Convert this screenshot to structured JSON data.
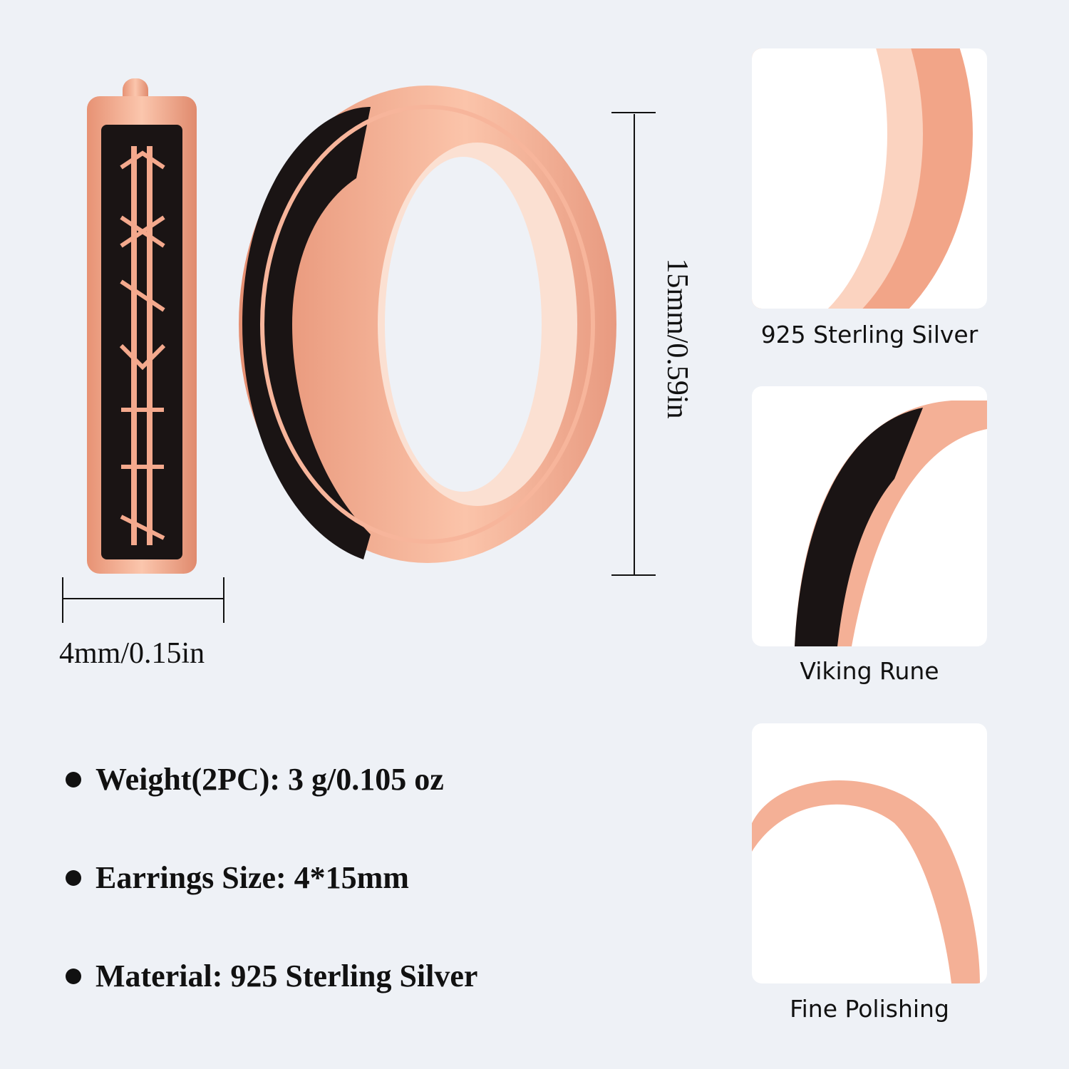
{
  "dimensions": {
    "height_label": "15mm/0.59in",
    "width_label": "4mm/0.15in"
  },
  "specs": [
    {
      "text": "Weight(2PC): 3 g/0.105 oz"
    },
    {
      "text": "Earrings Size: 4*15mm"
    },
    {
      "text": "Material: 925 Sterling Silver"
    }
  ],
  "features": [
    {
      "label": "925 Sterling Silver"
    },
    {
      "label": "Viking Rune"
    },
    {
      "label": "Fine Polishing"
    }
  ],
  "colors": {
    "background": "#eef1f6",
    "rose_gold": "#f4b096",
    "rose_dark": "#dd8a70",
    "enamel": "#1a1414"
  }
}
